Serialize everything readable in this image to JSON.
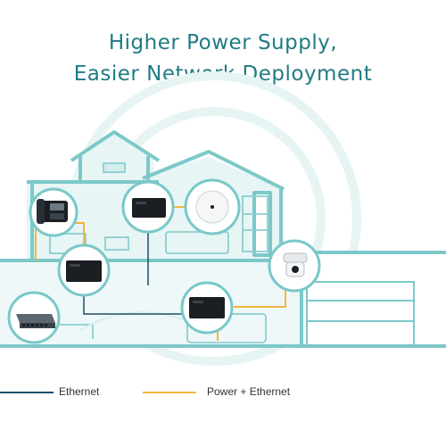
{
  "title": {
    "line1": "Higher Power Supply,",
    "line2": "Easier Network Deployment"
  },
  "legend": [
    {
      "label": "Ethernet",
      "color": "#1f4e6b"
    },
    {
      "label": "Power + Ethernet",
      "color": "#f2b63c"
    }
  ],
  "colors": {
    "house_outline": "#7cc8c9",
    "house_fill": "#dff2f3",
    "house_light": "#eef8f8",
    "device_dark": "#1b1f24",
    "device_ring": "#79c8c8"
  },
  "devices": [
    {
      "name": "ip-phone",
      "icon": "phone-icon"
    },
    {
      "name": "poe-switch-top",
      "icon": "switch-icon"
    },
    {
      "name": "access-point",
      "icon": "access-point-icon"
    },
    {
      "name": "poe-switch-left",
      "icon": "switch-icon"
    },
    {
      "name": "poe-switch-right",
      "icon": "switch-icon"
    },
    {
      "name": "desktop-switch",
      "icon": "switch-icon"
    },
    {
      "name": "ip-camera",
      "icon": "camera-icon"
    }
  ]
}
